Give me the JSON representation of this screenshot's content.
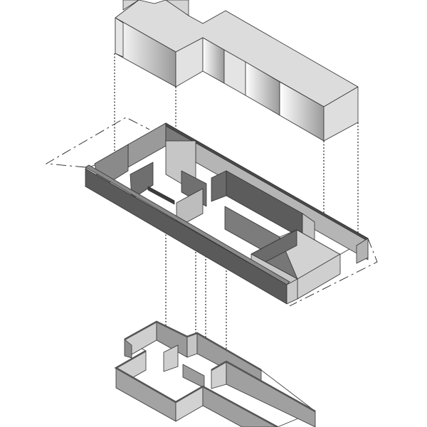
{
  "diagram": {
    "type": "exploded axonometric",
    "layers": [
      "roof-volume",
      "middle-floor-plan",
      "lower-floor-plan"
    ],
    "colors": {
      "roof": "#d9d9d9",
      "wall_dark": "#5a5a5a",
      "wall_mid": "#8c8c8c",
      "wall_light": "#c8c8c8",
      "floor": "#ffffff"
    }
  }
}
